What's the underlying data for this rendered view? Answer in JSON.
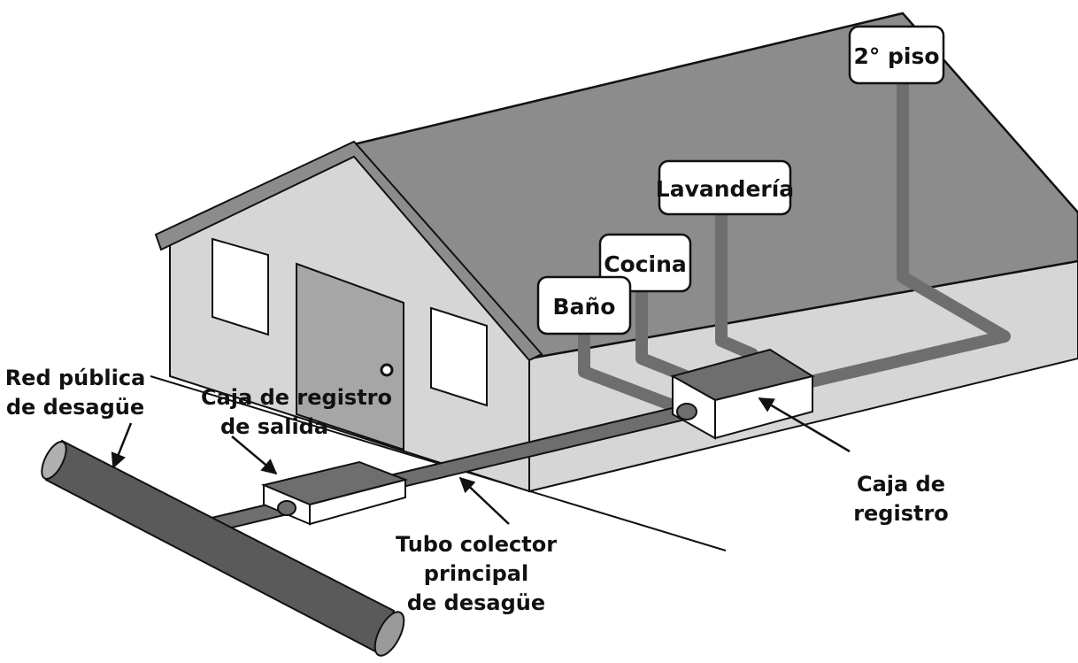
{
  "labels": {
    "segundo_piso": "2° piso",
    "lavanderia": "Lavandería",
    "cocina": "Cocina",
    "bano": "Baño",
    "red_publica": [
      "Red pública",
      "de desagüe"
    ],
    "caja_salida": [
      "Caja de registro",
      "de salida"
    ],
    "caja_registro": [
      "Caja de",
      "registro"
    ],
    "tubo_colector": [
      "Tubo colector",
      "principal",
      "de desagüe"
    ]
  },
  "colors": {
    "roof": "#8c8c8c",
    "wall": "#d6d6d6",
    "pipe": "#6e6e6e",
    "outline": "#111111",
    "box_top": "#6e6e6e",
    "box_side": "#ffffff"
  }
}
